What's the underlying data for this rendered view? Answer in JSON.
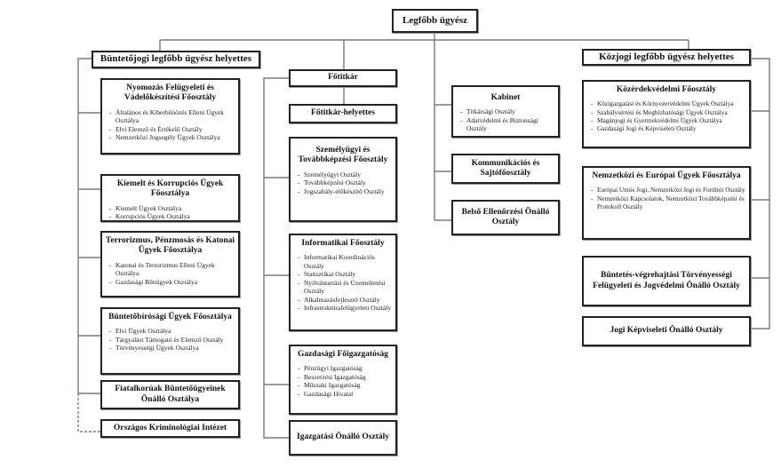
{
  "org_chart": {
    "root": {
      "title": "Legfőbb ügyész"
    },
    "criminal_deputy": {
      "title": "Büntetőjogi legfőbb ügyész helyettes",
      "units": [
        {
          "title": "Nyomozás Felügyeleti és Vádelőkészítési Főosztály",
          "items": [
            "Általános és Kiberbűnözés Elleni Ügyek Osztálya",
            "Elvi Elemző és Értékelő Osztály",
            "Nemzetközi Jogsegély Ügyek Osztálya"
          ]
        },
        {
          "title": "Kiemelt és Korrupciós Ügyek Főosztálya",
          "items": [
            "Kiemelt Ügyek Osztálya",
            "Korrupciós Ügyek Osztálya"
          ]
        },
        {
          "title": "Terrorizmus, Pénzmosás és Katonai Ügyek Főosztálya",
          "items": [
            "Katonai és Terrorizmus Elleni Ügyek Osztálya",
            "Gazdasági Bűnügyek Osztálya"
          ]
        },
        {
          "title": "Büntetőbírósági Ügyek Főosztálya",
          "items": [
            "Elvi Ügyek Osztálya",
            "Tárgyalást Támogató és Elemző Osztály",
            "Törvényességi Ügyek Osztálya"
          ]
        },
        {
          "title": "Fiatalkorúak Büntetőügyeinek Önálló Osztálya",
          "items": []
        },
        {
          "title": "Országos Kriminológiai Intézet",
          "items": []
        }
      ]
    },
    "general_secretary": {
      "title": "Főtitkár",
      "deputy_title": "Főtitkár-helyettes",
      "units": [
        {
          "title": "Személyügyi és Továbbképzési Főosztály",
          "items": [
            "Személyügyi Osztály",
            "Továbbképzési Osztály",
            "Jogszabály-előkészítő Osztály"
          ]
        },
        {
          "title": "Informatikai Főosztály",
          "items": [
            "Informatikai Koordinációs Osztály",
            "Statisztikai Osztály",
            "Nyilvántartási és Üzemeltetési Osztály",
            "Alkalmazásfejlesztő Osztály",
            "Infrastruktúrafelügyeleti Osztály"
          ]
        },
        {
          "title": "Gazdasági Főigazgatóság",
          "items": [
            "Pénzügyi Igazgatóság",
            "Beszerzési Igazgatóság",
            "Műszaki Igazgatóság",
            "Gazdasági Hivatal"
          ]
        },
        {
          "title": "Igazgatási Önálló Osztály",
          "items": []
        }
      ]
    },
    "cabinet_column": {
      "units": [
        {
          "title": "Kabinet",
          "items": [
            "Titkársági Osztály",
            "Adatvédelmi és Biztonsági Osztály"
          ]
        },
        {
          "title": "Kommunikációs és Sajtófőosztály",
          "items": []
        },
        {
          "title": "Belső Ellenőrzési Önálló Osztály",
          "items": []
        }
      ]
    },
    "public_law_deputy": {
      "title": "Közjogi legfőbb ügyész helyettes",
      "units": [
        {
          "title": "Közérdekvédelmi Főosztály",
          "items": [
            "Közigazgatási és Környezetvédelmi Ügyek Osztálya",
            "Szabálysértési és Megbízhatósági Ügyek Osztálya",
            "Magánjogi és Gyermekvédelmi Ügyek Osztálya",
            "Gazdasági Jogi és Képviseleti Osztály"
          ]
        },
        {
          "title": "Nemzetközi és Európai Ügyek Főosztálya",
          "items": [
            "Európai Uniós Jogi, Nemzetközi Jogi és Fordítói Osztály",
            "Nemzetközi Kapcsolatok, Nemzetközi Továbbképzési és Protokoll Osztály"
          ]
        },
        {
          "title": "Büntetés-végrehajtási Törvényességi Felügyeleti és Jogvédelmi Önálló Osztály",
          "items": []
        },
        {
          "title": "Jogi Képviseleti Önálló Osztály",
          "items": []
        }
      ]
    },
    "line_color": "#7a7a7a"
  }
}
